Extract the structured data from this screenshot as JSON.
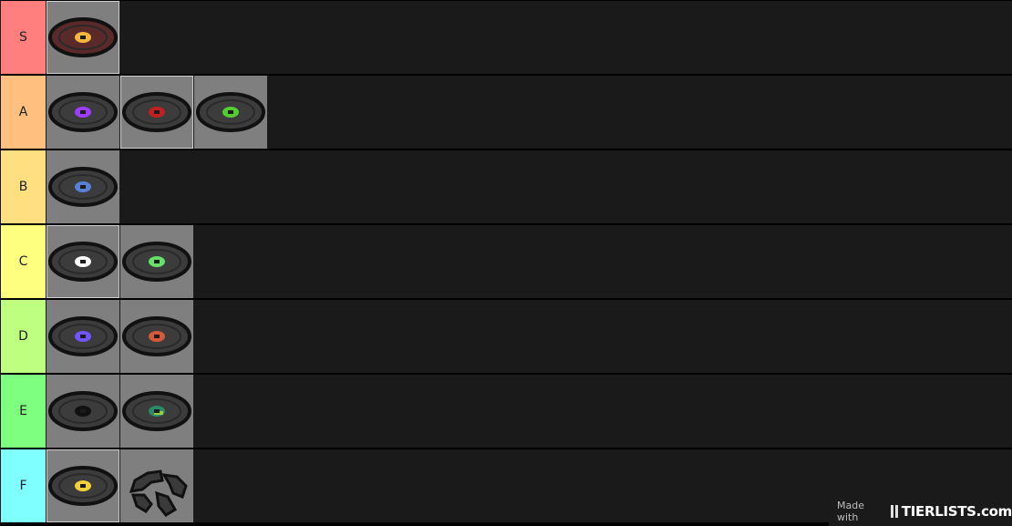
{
  "tiers": [
    {
      "label": "S",
      "color": "#ff7f7f",
      "items": [
        {
          "icon": "music-disc-pigstep-icon",
          "center": "#f4b63c",
          "body": "#5a2a2a",
          "highlight": true
        }
      ]
    },
    {
      "label": "A",
      "color": "#ffbf7f",
      "items": [
        {
          "icon": "music-disc-purple-icon",
          "center": "#9b3cff"
        },
        {
          "icon": "music-disc-red-icon",
          "center": "#c02020",
          "highlight": true
        },
        {
          "icon": "music-disc-green-icon",
          "center": "#55cc33"
        }
      ]
    },
    {
      "label": "B",
      "color": "#ffdf7f",
      "items": [
        {
          "icon": "music-disc-blue-icon",
          "center": "#5a7fd6"
        }
      ]
    },
    {
      "label": "C",
      "color": "#ffff7f",
      "items": [
        {
          "icon": "music-disc-white-icon",
          "center": "#ffffff",
          "highlight": true
        },
        {
          "icon": "music-disc-light-green-icon",
          "center": "#66e066"
        }
      ]
    },
    {
      "label": "D",
      "color": "#bfff7f",
      "items": [
        {
          "icon": "music-disc-violet-icon",
          "center": "#7255ff"
        },
        {
          "icon": "music-disc-orange-icon",
          "center": "#d65a3a"
        }
      ]
    },
    {
      "label": "E",
      "color": "#7fff7f",
      "items": [
        {
          "icon": "music-disc-black-icon",
          "center": "#111111"
        },
        {
          "icon": "music-disc-teal-icon",
          "center": "#2a8a6a",
          "accent": "#9acd32"
        }
      ]
    },
    {
      "label": "F",
      "color": "#7fffff",
      "items": [
        {
          "icon": "music-disc-yellow-icon",
          "center": "#f4d03a",
          "highlight": true
        },
        {
          "icon": "disc-fragment-icon",
          "fragment": true
        }
      ]
    }
  ],
  "watermark": {
    "prefix": "Made with",
    "brand": "TIERLISTS.com"
  }
}
